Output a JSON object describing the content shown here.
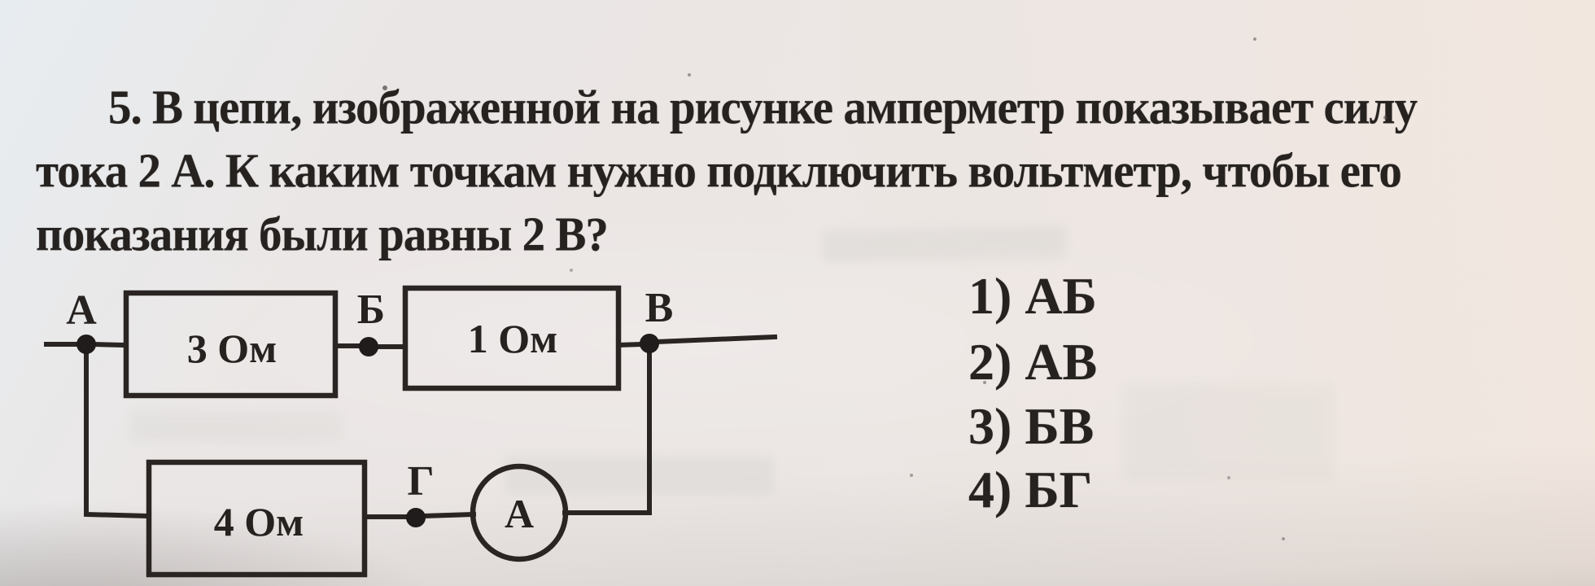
{
  "problem": {
    "lines": [
      "5. В цепи, изображенной на рисунке амперметр показывает силу",
      "тока 2 А. К каким точкам нужно подключить вольтметр, чтобы его",
      "показания были равны 2 В?"
    ]
  },
  "circuit": {
    "node_labels": {
      "a": "А",
      "b": "Б",
      "v": "В",
      "g": "Г"
    },
    "resistors": {
      "r1": "3 Ом",
      "r2": "1 Ом",
      "r3": "4 Ом"
    },
    "ammeter_label": "А"
  },
  "options": [
    {
      "label": "1) АБ"
    },
    {
      "label": "2) АВ"
    },
    {
      "label": "3) БВ"
    },
    {
      "label": "4) БГ"
    }
  ],
  "colors": {
    "ink": "#262220",
    "paper": "#ebe6e4"
  }
}
